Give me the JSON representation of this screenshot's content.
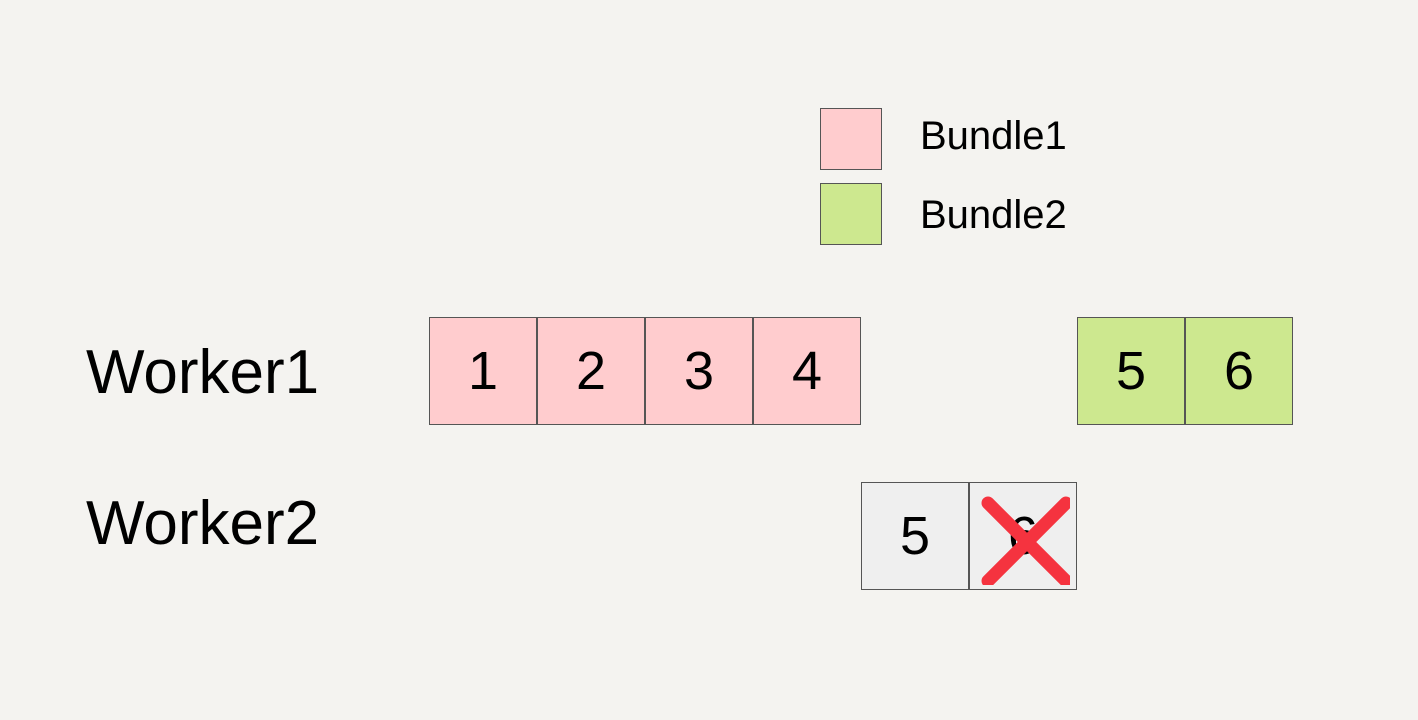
{
  "colors": {
    "background": "#f4f3f0",
    "bundle1": "#ffccce",
    "bundle2": "#cde88f",
    "failed": "#efefef",
    "cross": "#f5333f",
    "border": "#555555"
  },
  "legend": {
    "items": [
      {
        "label": "Bundle1",
        "color": "#ffccce"
      },
      {
        "label": "Bundle2",
        "color": "#cde88f"
      }
    ]
  },
  "workers": [
    {
      "label": "Worker1",
      "cells": [
        "1",
        "2",
        "3",
        "4",
        "5",
        "6"
      ]
    },
    {
      "label": "Worker2",
      "cells": [
        "5",
        "6"
      ],
      "crossed_out": [
        "6"
      ],
      "crossed_icon": "red-x-icon"
    }
  ]
}
